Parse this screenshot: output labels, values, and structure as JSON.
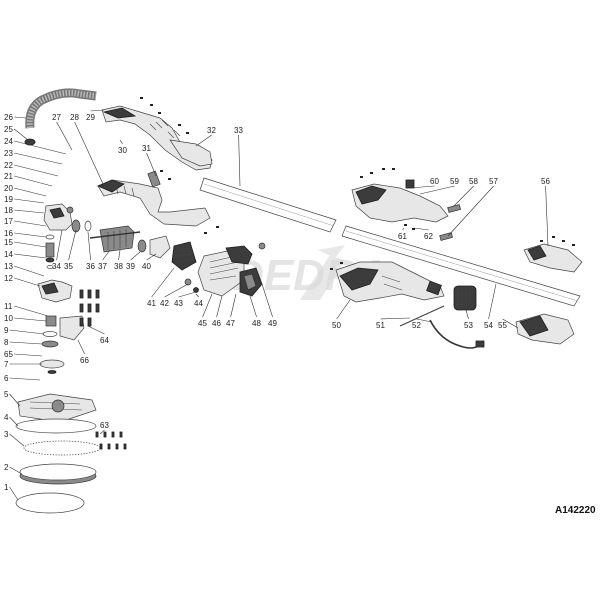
{
  "diagram": {
    "drawing_code": "A142220",
    "watermark": "DEDRA",
    "part_numbers": [
      "1",
      "2",
      "3",
      "4",
      "5",
      "6",
      "7",
      "8",
      "9",
      "10",
      "11",
      "12",
      "13",
      "14",
      "15",
      "16",
      "17",
      "18",
      "19",
      "20",
      "21",
      "22",
      "23",
      "24",
      "25",
      "26",
      "27",
      "28",
      "29",
      "30",
      "31",
      "32",
      "33",
      "34",
      "35",
      "36",
      "37",
      "38",
      "39",
      "40",
      "41",
      "42",
      "43",
      "44",
      "45",
      "46",
      "47",
      "48",
      "49",
      "50",
      "51",
      "52",
      "53",
      "54",
      "55",
      "56",
      "57",
      "58",
      "59",
      "60",
      "61",
      "62",
      "63",
      "64",
      "65",
      "66"
    ]
  }
}
